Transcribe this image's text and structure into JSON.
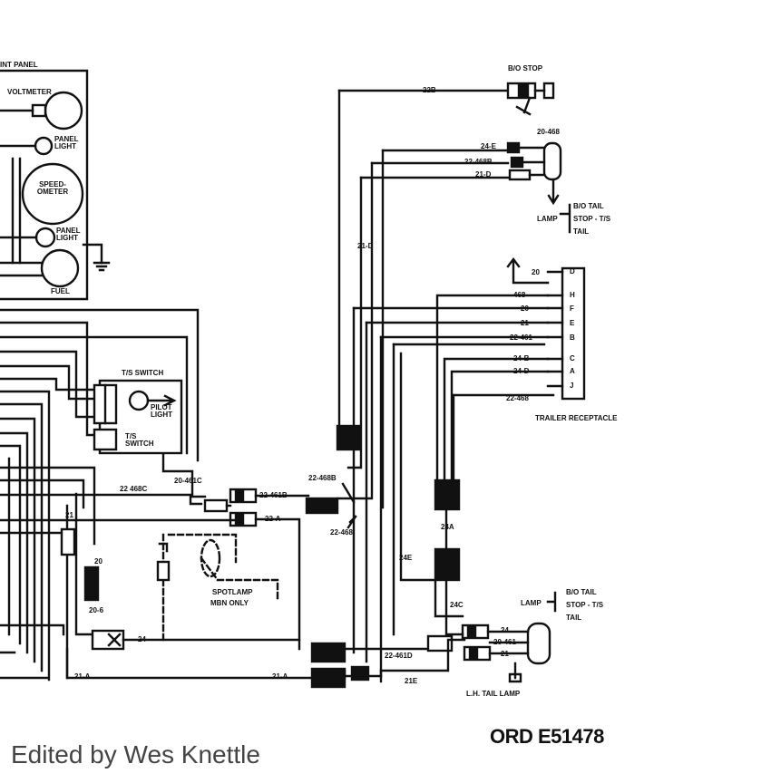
{
  "labels": {
    "panel": "INT PANEL",
    "voltmeter": "VOLTMETER",
    "panel_light_1": "PANEL LIGHT",
    "speedometer": "SPEED-OMETER",
    "panel_light_2": "PANEL LIGHT",
    "fuel": "FUEL",
    "bo_stop": "B/O STOP",
    "wire_22b": "22B",
    "wire_20_468": "20-468",
    "wire_24e": "24-E",
    "wire_22_468b": "22-468B",
    "wire_21_d": "21-D",
    "lamp_tail_1": "LAMP",
    "bo_tail_1": "B/O TAIL",
    "stop_ts_1": "STOP - T/S",
    "tail_1": "TAIL",
    "wire_21d_vertical": "21-D",
    "trailer_receptacle": "TRAILER RECEPTACLE",
    "ts_switch_title": "T/S SWITCH",
    "pilot_light": "PILOT LIGHT",
    "ts_switch_inner": "T/S SWITCH",
    "spotlamp": "SPOTLAMP",
    "mbn_only": "MBN ONLY",
    "wire_22_468c": "22 468C",
    "wire_20_461c": "20-461C",
    "wire_22_461b": "22-461B",
    "wire_22_a": "22-A",
    "wire_22_468b_mid": "22-468B",
    "wire_22_468_mid": "22-468",
    "wire_24e_mid": "24E",
    "wire_24a_mid": "24A",
    "wire_24c": "24C",
    "wire_21_right": "21",
    "wire_20_left": "20",
    "wire_20_6": "20-6",
    "wire_24_left": "24",
    "wire_21_a_left": "21-A",
    "wire_21_a_mid": "21-A",
    "wire_22_461d": "22-461D",
    "wire_21e": "21E",
    "lamp_tail_2": "LAMP",
    "bo_tail_2": "B/O TAIL",
    "stop_ts_2": "STOP - T/S",
    "tail_2": "TAIL",
    "lh_tail_lamp": "L.H. TAIL LAMP",
    "wire_24": "24",
    "wire_20_461": "20-461",
    "wire_21": "21",
    "rec_pin_wire_20": "20",
    "rec_pin_wire_468": "468",
    "rec_pin_wire_20b": "20",
    "rec_pin_wire_21": "21",
    "rec_pin_wire_22_461": "22-461",
    "rec_pin_wire_24_b": "24-B",
    "rec_pin_wire_24_d": "24-D",
    "rec_pin_wire_22_468": "22-468"
  },
  "receptacle_pins": [
    "D",
    "H",
    "F",
    "E",
    "B",
    "C",
    "A",
    "J"
  ],
  "ord_label": "ORD E51478",
  "credit": "Edited by Wes Knettle"
}
